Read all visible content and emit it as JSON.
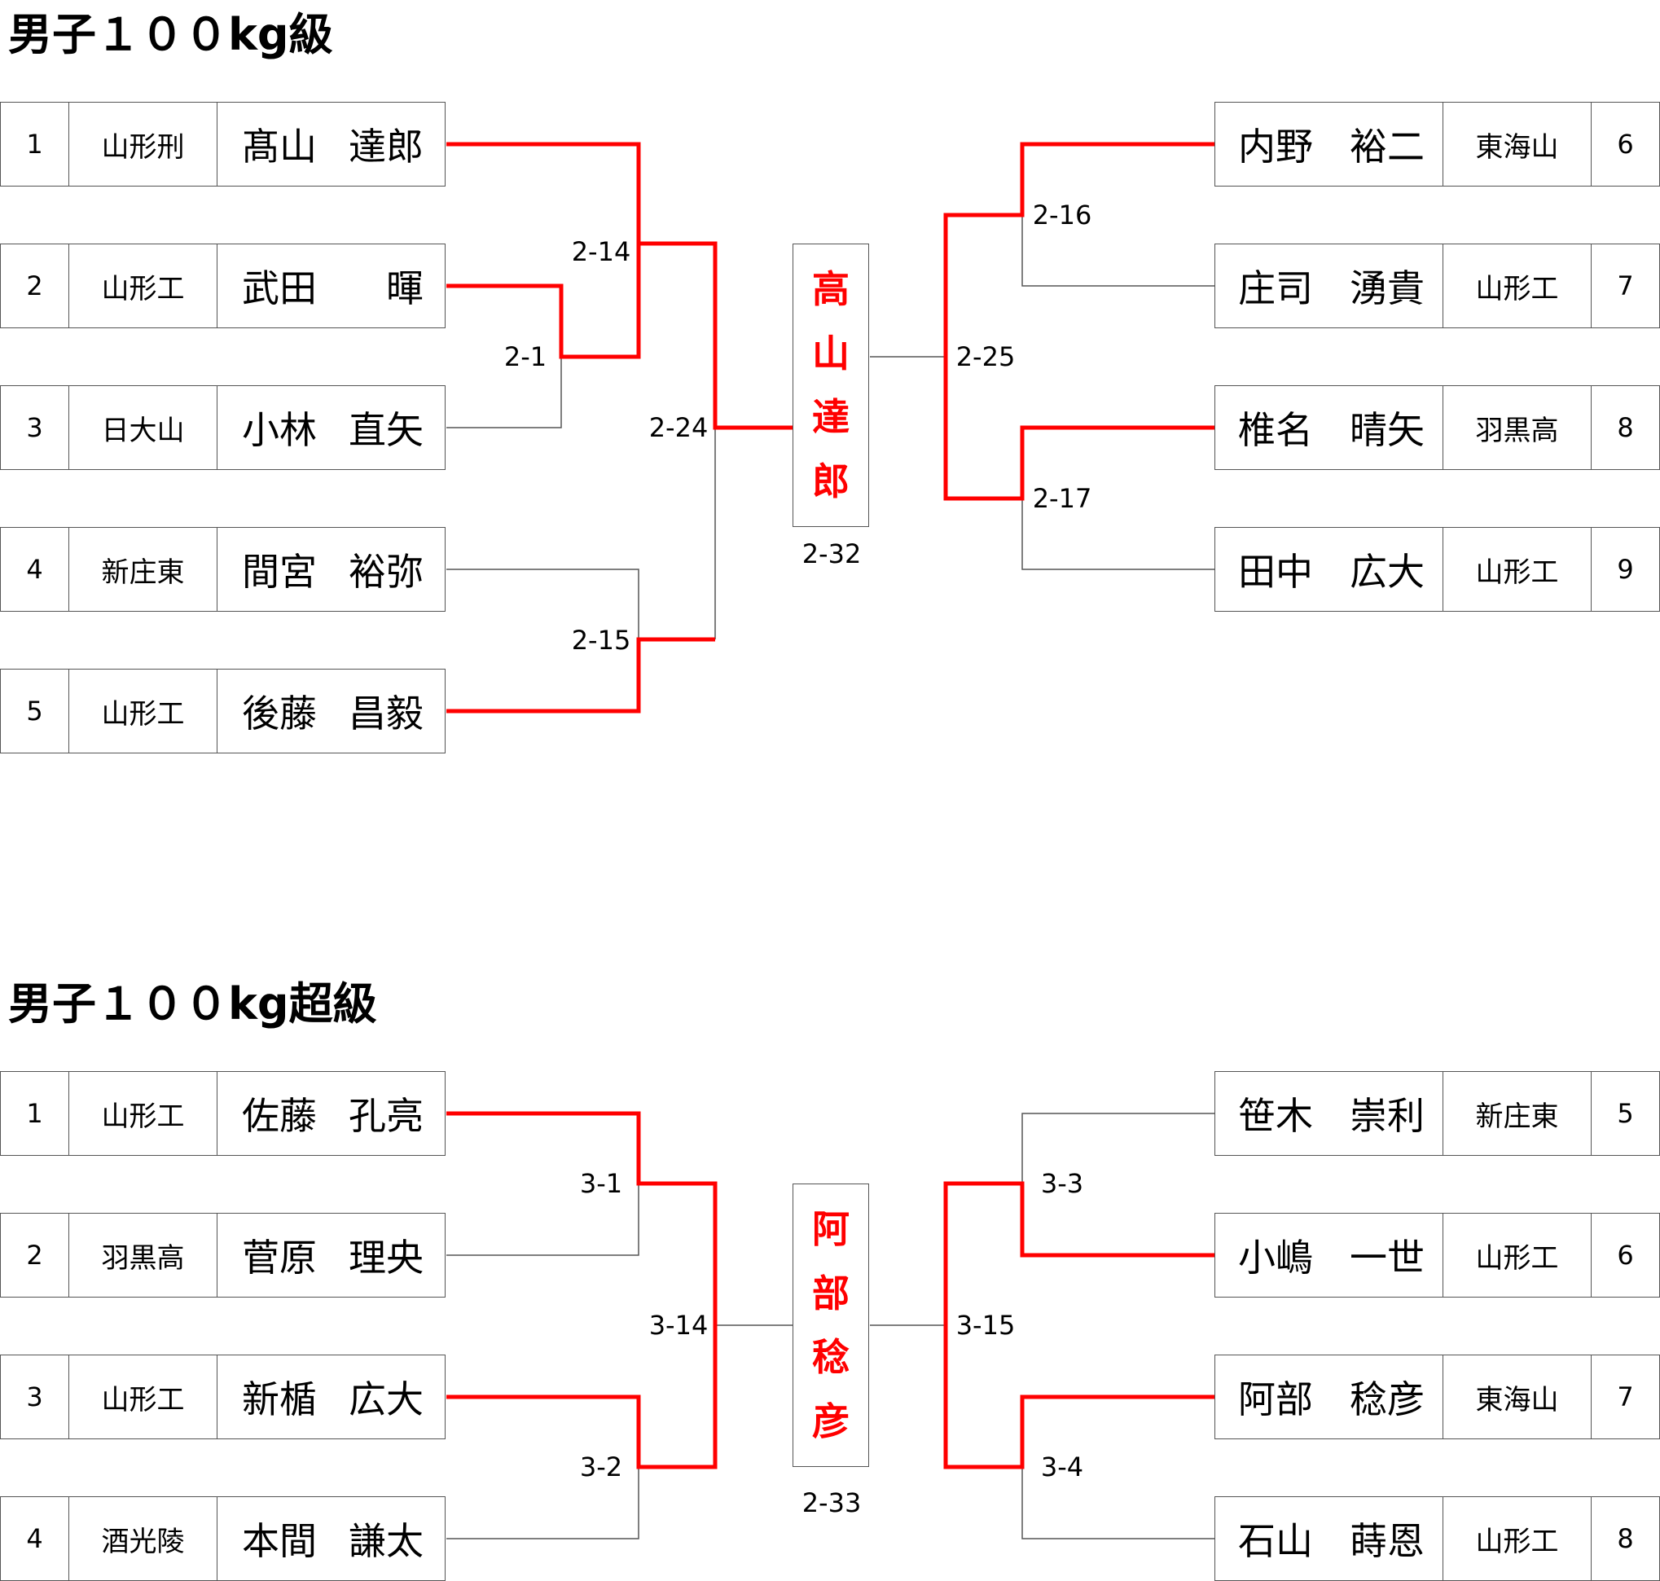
{
  "brackets": [
    {
      "title": "男子１００kg級",
      "left": [
        {
          "seed": "1",
          "school": "山形刑",
          "family": "髙山",
          "given": "達郎"
        },
        {
          "seed": "2",
          "school": "山形工",
          "family": "武田",
          "given": "暉"
        },
        {
          "seed": "3",
          "school": "日大山",
          "family": "小林",
          "given": "直矢"
        },
        {
          "seed": "4",
          "school": "新庄東",
          "family": "間宮",
          "given": "裕弥"
        },
        {
          "seed": "5",
          "school": "山形工",
          "family": "後藤",
          "given": "昌毅"
        }
      ],
      "right": [
        {
          "seed": "6",
          "school": "東海山",
          "family": "内野",
          "given": "裕二"
        },
        {
          "seed": "7",
          "school": "山形工",
          "family": "庄司",
          "given": "湧貴"
        },
        {
          "seed": "8",
          "school": "羽黒高",
          "family": "椎名",
          "given": "晴矢"
        },
        {
          "seed": "9",
          "school": "山形工",
          "family": "田中",
          "given": "広大"
        }
      ],
      "matches": [
        "2-1",
        "2-14",
        "2-15",
        "2-24",
        "2-16",
        "2-17",
        "2-25",
        "2-32"
      ],
      "champion": [
        "高",
        "山",
        "達",
        "郎"
      ]
    },
    {
      "title": "男子１００kg超級",
      "left": [
        {
          "seed": "1",
          "school": "山形工",
          "family": "佐藤",
          "given": "孔亮"
        },
        {
          "seed": "2",
          "school": "羽黒高",
          "family": "菅原",
          "given": "理央"
        },
        {
          "seed": "3",
          "school": "山形工",
          "family": "新楯",
          "given": "広大"
        },
        {
          "seed": "4",
          "school": "酒光陵",
          "family": "本間",
          "given": "謙太"
        }
      ],
      "right": [
        {
          "seed": "5",
          "school": "新庄東",
          "family": "笹木",
          "given": "崇利"
        },
        {
          "seed": "6",
          "school": "山形工",
          "family": "小嶋",
          "given": "一世"
        },
        {
          "seed": "7",
          "school": "東海山",
          "family": "阿部",
          "given": "稔彦"
        },
        {
          "seed": "8",
          "school": "山形工",
          "family": "石山",
          "given": "蒔恩"
        }
      ],
      "matches": [
        "3-1",
        "3-2",
        "3-14",
        "3-3",
        "3-4",
        "3-15",
        "2-33"
      ],
      "champion": [
        "阿",
        "部",
        "稔",
        "彦"
      ]
    }
  ],
  "colors": {
    "winner_line": "#ff0000",
    "line": "#555555"
  }
}
